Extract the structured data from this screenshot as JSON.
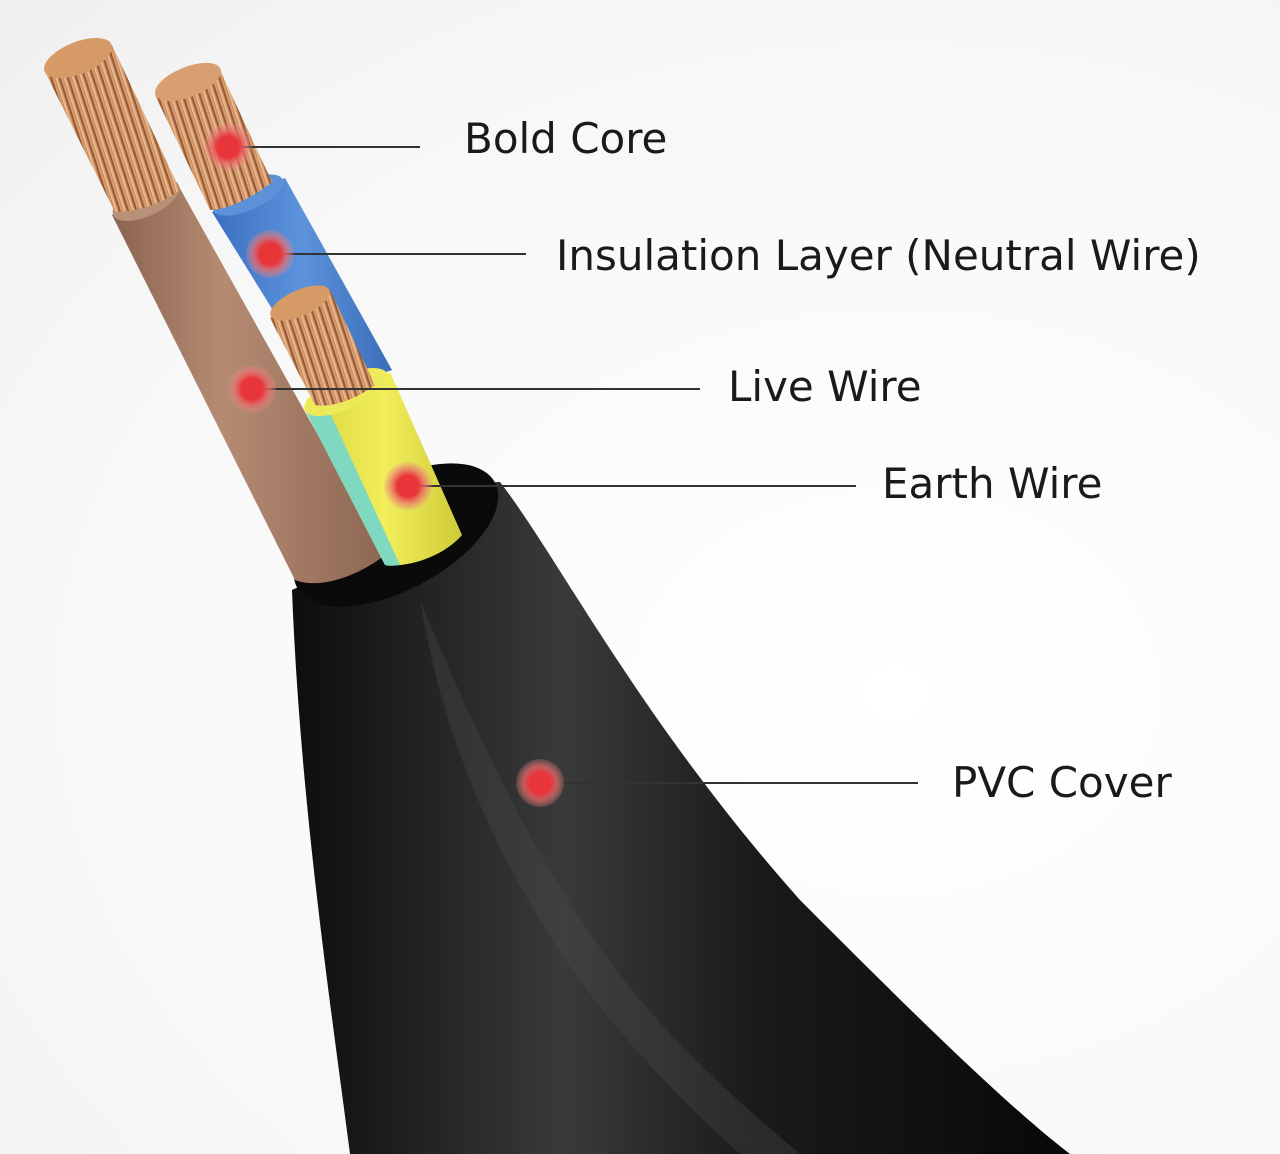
{
  "callouts": [
    {
      "id": "bold-core",
      "label": "Bold Core"
    },
    {
      "id": "insulation-layer",
      "label": "Insulation Layer (Neutral Wire)"
    },
    {
      "id": "live-wire",
      "label": "Live Wire"
    },
    {
      "id": "earth-wire",
      "label": "Earth Wire"
    },
    {
      "id": "pvc-cover",
      "label": "PVC Cover"
    }
  ],
  "colors": {
    "copper": "#c9874f",
    "brown_insulation": "#a47a62",
    "blue_insulation": "#4a82d0",
    "yellow_insulation": "#e9e64a",
    "green_stripe": "#7fd8c0",
    "pvc_black": "#1c1c1c",
    "marker_red": "#e03a3a",
    "leader_line": "#333333"
  }
}
